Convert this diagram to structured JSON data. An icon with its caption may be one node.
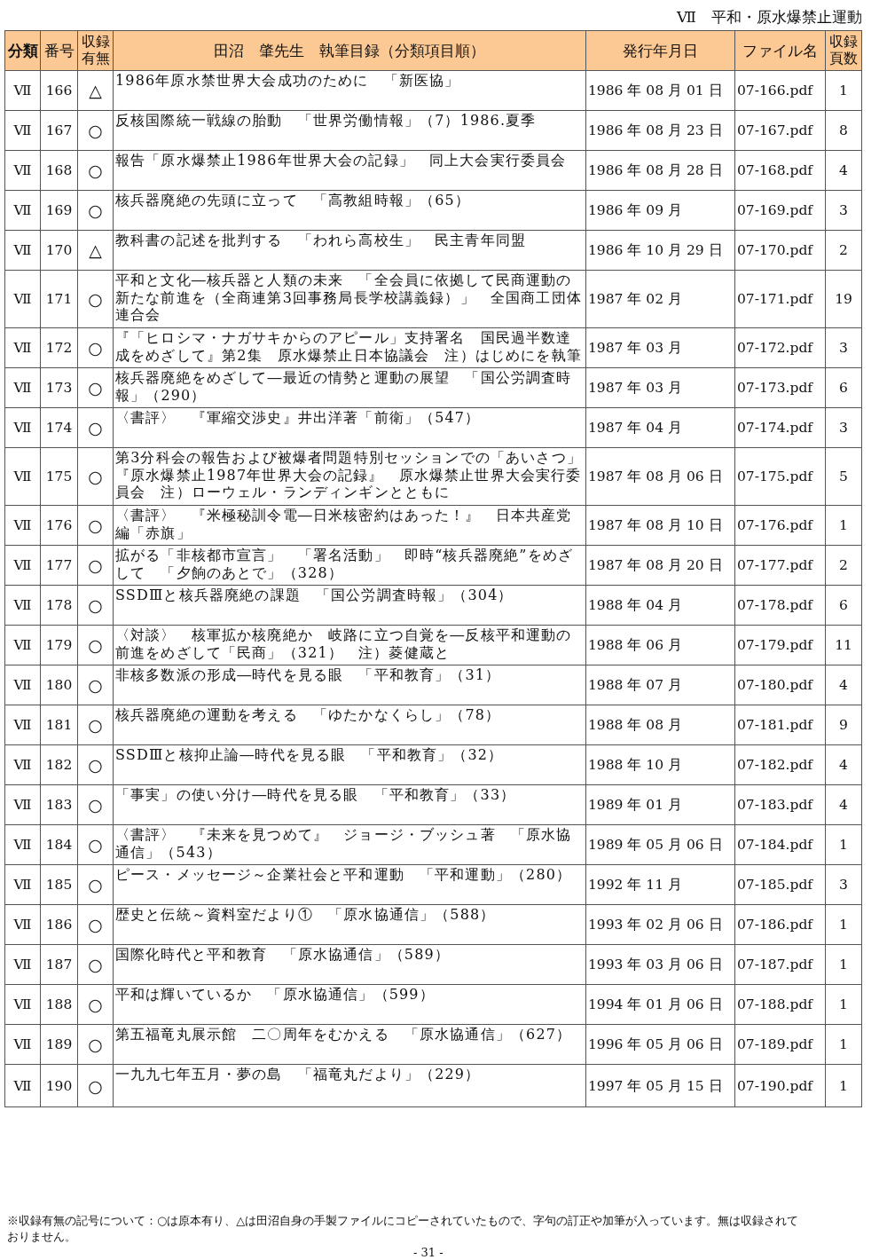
{
  "diagram": {
    "title": "Ⅶ　平和・原水爆禁止運動",
    "caption": "※収録有無の記号について：○は原本有り、△は田沼自身の手製ファイルにコピーされていたもので、字句の訂正や加筆が入っています。無は収録されておりません。",
    "labels": [
      "分類",
      "番号",
      "収録有無",
      "田沼　肇先生　執筆目録（分類項目順）",
      "発行年月日",
      "ファイル名",
      "収録頁数",
      "Ⅶ",
      "166",
      "△",
      "1986年原水禁世界大会成功のために　「新医協」",
      "1986 年 08 月 01 日",
      "07-166.pdf",
      "1",
      "Ⅶ",
      "167",
      "○",
      "反核国際統一戦線の胎動　「世界労働情報」（7）1986.夏季",
      "1986 年 08 月 23 日",
      "07-167.pdf",
      "8",
      "Ⅶ",
      "168",
      "○",
      "報告「原水爆禁止1986年世界大会の記録」　同上大会実行委員会",
      "1986 年 08 月 28 日",
      "07-168.pdf",
      "4",
      "Ⅶ",
      "169",
      "○",
      "核兵器廃絶の先頭に立って　「高教組時報」（65）",
      "1986 年 09 月",
      "07-169.pdf",
      "3",
      "Ⅶ",
      "170",
      "△",
      "教科書の記述を批判する　「われら高校生」　民主青年同盟",
      "1986 年 10 月 29 日",
      "07-170.pdf",
      "2",
      "Ⅶ",
      "171",
      "○",
      "平和と文化―核兵器と人類の未来　「全会員に依拠して民商運動の新たな前進を（全商連第3回事務局長学校講義録）」　全国商工団体連合会",
      "1987 年 02 月",
      "07-171.pdf",
      "19",
      "Ⅶ",
      "172",
      "○",
      "『「ヒロシマ・ナガサキからのアピール」支持署名　国民過半数達成をめざして』第2集　原水爆禁止日本協議会　注）はじめにを執筆",
      "1987 年 03 月",
      "07-172.pdf",
      "3",
      "Ⅶ",
      "173",
      "○",
      "核兵器廃絶をめざして―最近の情勢と運動の展望　「国公労調査時報」（290）",
      "1987 年 03 月",
      "07-173.pdf",
      "6",
      "Ⅶ",
      "174",
      "○",
      "〈書評〉　『軍縮交渉史』井出洋著「前衛」（547）",
      "1987 年 04 月",
      "07-174.pdf",
      "3",
      "Ⅶ",
      "175",
      "○",
      "第3分科会の報告および被爆者問題特別セッションでの「あいさつ」『原水爆禁止1987年世界大会の記録』　原水爆禁止世界大会実行委員会　注）ローウェル・ランディンギンとともに",
      "1987 年 08 月 06 日",
      "07-175.pdf",
      "5",
      "Ⅶ",
      "176",
      "○",
      "〈書評〉　『米極秘訓令電―日米核密約はあった！』　日本共産党編「赤旗」",
      "1987 年 08 月 10 日",
      "07-176.pdf",
      "1",
      "Ⅶ",
      "177",
      "○",
      "拡がる「非核都市宣言」　「署名活動」　即時“核兵器廃絶”をめざして　「夕餉のあとで」（328）",
      "1987 年 08 月 20 日",
      "07-177.pdf",
      "2",
      "Ⅶ",
      "178",
      "○",
      "SSDⅢと核兵器廃絶の課題　「国公労調査時報」（304）",
      "1988 年 04 月",
      "07-178.pdf",
      "6",
      "Ⅶ",
      "179",
      "○",
      "〈対談〉　核軍拡か核廃絶か　岐路に立つ自覚を―反核平和運動の前進をめざして「民商」（321）　注）菱健蔵と",
      "1988 年 06 月",
      "07-179.pdf",
      "11",
      "Ⅶ",
      "180",
      "○",
      "非核多数派の形成―時代を見る眼　「平和教育」（31）",
      "1988 年 07 月",
      "07-180.pdf",
      "4",
      "Ⅶ",
      "181",
      "○",
      "核兵器廃絶の運動を考える　「ゆたかなくらし」（78）",
      "1988 年 08 月",
      "07-181.pdf",
      "9",
      "Ⅶ",
      "182",
      "○",
      "SSDⅢと核抑止論―時代を見る眼　「平和教育」（32）",
      "1988 年 10 月",
      "07-182.pdf",
      "4",
      "Ⅶ",
      "183",
      "○",
      "「事実」の使い分け―時代を見る眼　「平和教育」（33）",
      "1989 年 01 月",
      "07-183.pdf",
      "4",
      "Ⅶ",
      "184",
      "○",
      "〈書評〉　『未来を見つめて』　ジョージ・ブッシュ著　「原水協通信」（543）",
      "1989 年 05 月 06 日",
      "07-184.pdf",
      "1",
      "Ⅶ",
      "185",
      "○",
      "ピース・メッセージ～企業社会と平和運動　「平和運動」（280）",
      "1992 年 11 月",
      "07-185.pdf",
      "3",
      "Ⅶ",
      "186",
      "○",
      "歴史と伝統～資料室だより①　「原水協通信」（588）",
      "1993 年 02 月 06 日",
      "07-186.pdf",
      "1",
      "Ⅶ",
      "187",
      "○",
      "国際化時代と平和教育　「原水協通信」（589）",
      "1993 年 03 月 06 日",
      "07-187.pdf",
      "1",
      "Ⅶ",
      "188",
      "○",
      "平和は輝いているか　「原水協通信」（599）",
      "1994 年 01 月 06 日",
      "07-188.pdf",
      "1",
      "Ⅶ",
      "189",
      "○",
      "第五福竜丸展示館　二〇周年をむかえる　「原水協通信」（627）",
      "1996 年 05 月 06 日",
      "07-189.pdf",
      "1",
      "Ⅶ",
      "190",
      "○",
      "一九九七年五月・夢の島　「福竜丸だより」（229）",
      "1997 年 05 月 15 日",
      "07-190.pdf",
      "1",
      "- 31 -"
    ]
  }
}
